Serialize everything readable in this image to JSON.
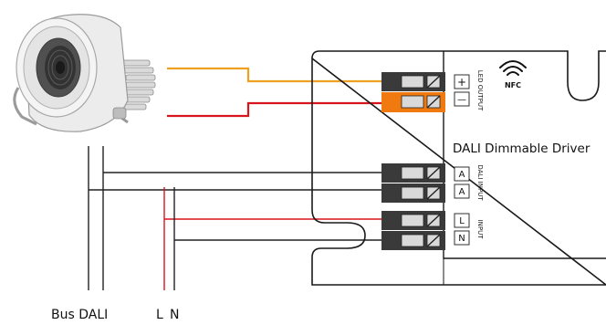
{
  "driver": {
    "title": "DALI Dimmable Driver",
    "nfc_label": "NFC",
    "led_output_label": "LED OUTPUT",
    "dali_input_label": "DALI INPUT",
    "input_label": "INPUT",
    "led_plus": "+",
    "led_minus": "—",
    "dali_a1": "A",
    "dali_a2": "A",
    "input_l": "L",
    "input_n": "N"
  },
  "bottom_labels": {
    "bus_dali": "Bus DALI",
    "l": "L",
    "n": "N"
  },
  "colors": {
    "led_positive_wire": "#f0a020",
    "led_negative_wire": "#d8141c",
    "live_wire": "#d8141c",
    "bus_wire": "#222222",
    "terminal_orange": "#f07a10",
    "terminal_dark": "#3a3a3a"
  }
}
